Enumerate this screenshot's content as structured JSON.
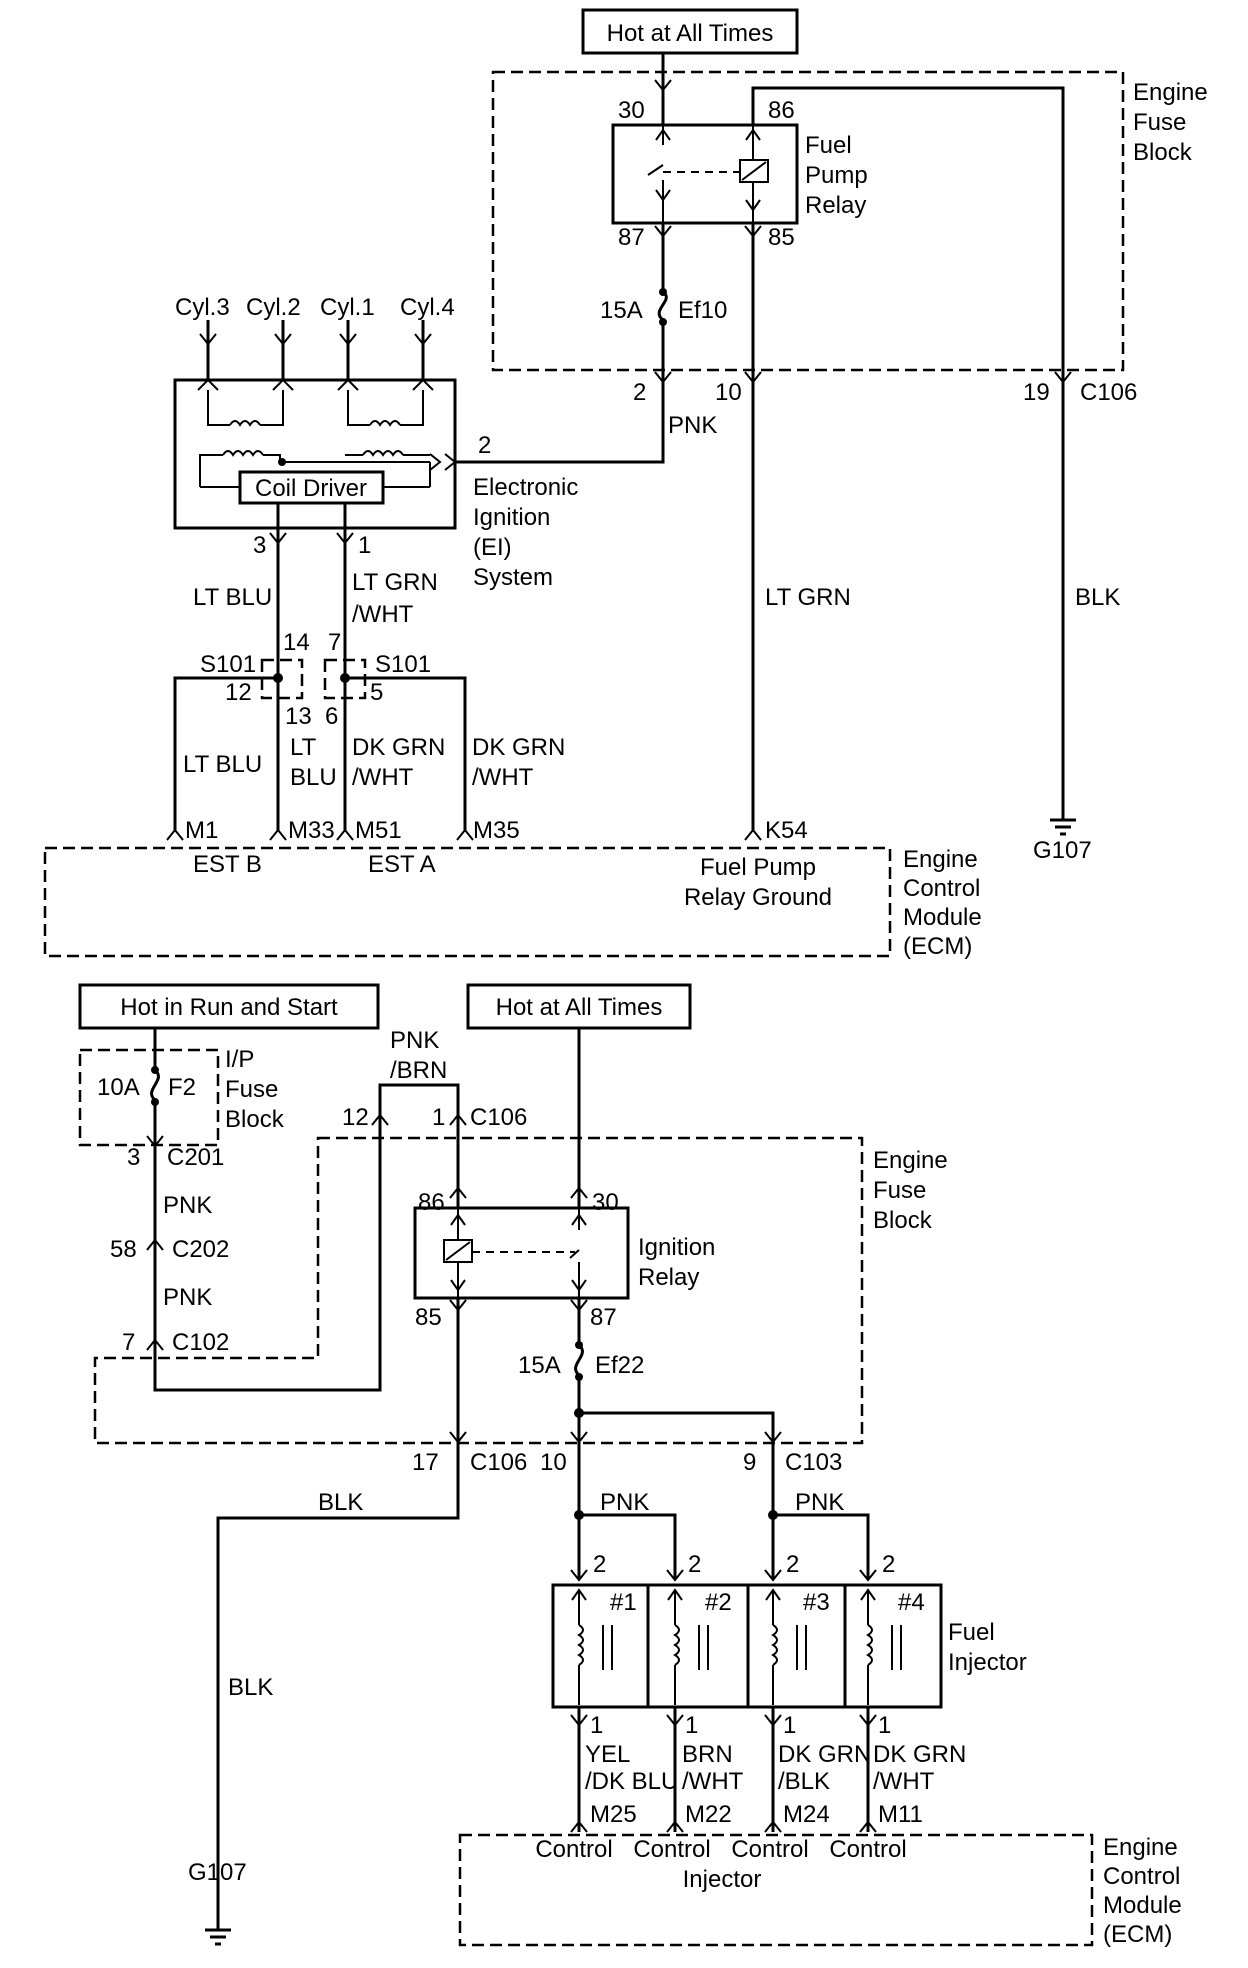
{
  "sources": {
    "top_hot": "Hot at All Times",
    "hot_run_start": "Hot in Run and Start",
    "bottom_hot": "Hot at All Times"
  },
  "blocks": {
    "engine_fuse_block_top": [
      "Engine",
      "Fuse",
      "Block"
    ],
    "engine_fuse_block_bottom": [
      "Engine",
      "Fuse",
      "Block"
    ],
    "ip_fuse_block": [
      "I/P",
      "Fuse",
      "Block"
    ],
    "ecm_top": [
      "Engine",
      "Control",
      "Module",
      "(ECM)"
    ],
    "ecm_bottom": [
      "Engine",
      "Control",
      "Module",
      "(ECM)"
    ],
    "ei_system": [
      "Electronic",
      "Ignition",
      "(EI)",
      "System"
    ]
  },
  "components": {
    "fuel_pump_relay": [
      "Fuel",
      "Pump",
      "Relay"
    ],
    "ignition_relay": [
      "Ignition",
      "Relay"
    ],
    "coil_driver": "Coil Driver",
    "fuel_injector": [
      "Fuel",
      "Injector"
    ]
  },
  "fuses": {
    "ef10": {
      "rating": "15A",
      "name": "Ef10"
    },
    "ef22": {
      "rating": "15A",
      "name": "Ef22"
    },
    "f2": {
      "rating": "10A",
      "name": "F2"
    }
  },
  "cylinders": [
    "Cyl.3",
    "Cyl.2",
    "Cyl.1",
    "Cyl.4"
  ],
  "injectors": [
    "#1",
    "#2",
    "#3",
    "#4"
  ],
  "pins": {
    "p30_top": "30",
    "p86_top": "86",
    "p87_top": "87",
    "p85_top": "85",
    "p2_c106": "2",
    "p10_c106": "10",
    "p19": "19",
    "c106_top": "C106",
    "ei_2": "2",
    "ei_3": "3",
    "ei_1": "1",
    "s101_14": "14",
    "s101_7": "7",
    "s101_left": "S101",
    "s101_right": "S101",
    "s101_12": "12",
    "s101_5": "5",
    "s101_13": "13",
    "s101_6": "6",
    "m1": "M1",
    "m33": "M33",
    "m51": "M51",
    "m35": "M35",
    "k54": "K54",
    "c201_3": "3",
    "c201": "C201",
    "c202_58": "58",
    "c202": "C202",
    "c102_7": "7",
    "c102": "C102",
    "c106_12": "12",
    "c106_1": "1",
    "c106_mid": "C106",
    "p86_bot": "86",
    "p30_bot": "30",
    "p85_bot": "85",
    "p87_bot": "87",
    "c106_17": "17",
    "c106_bot": "C106",
    "c106_10": "10",
    "c103_9": "9",
    "c103": "C103",
    "inj_2a": "2",
    "inj_2b": "2",
    "inj_2c": "2",
    "inj_2d": "2",
    "inj_1a": "1",
    "inj_1b": "1",
    "inj_1c": "1",
    "inj_1d": "1",
    "m25": "M25",
    "m22": "M22",
    "m24": "M24",
    "m11": "M11"
  },
  "wires": {
    "pnk_top": "PNK",
    "lt_grn": "LT GRN",
    "blk_top": "BLK",
    "lt_blu_a": "LT BLU",
    "lt_grn_wht": [
      "LT GRN",
      "/WHT"
    ],
    "lt_blu_b": "LT BLU",
    "lt_blu_c": [
      "LT",
      "BLU"
    ],
    "dk_grn_wht_a": [
      "DK GRN",
      "/WHT"
    ],
    "dk_grn_wht_b": [
      "DK GRN",
      "/WHT"
    ],
    "pnk_brn": [
      "PNK",
      "/BRN"
    ],
    "pnk_1": "PNK",
    "pnk_2": "PNK",
    "blk_mid": "BLK",
    "blk_lower": "BLK",
    "pnk_inj_1": "PNK",
    "pnk_inj_2": "PNK",
    "inj_wire_1": [
      "YEL",
      "/DK BLU"
    ],
    "inj_wire_2": [
      "BRN",
      "/WHT"
    ],
    "inj_wire_3": [
      "DK GRN",
      "/BLK"
    ],
    "inj_wire_4": [
      "DK GRN",
      "/WHT"
    ]
  },
  "ecm_signals": {
    "est_b": "EST B",
    "est_a": "EST A",
    "fuel_pump_ground": [
      "Fuel Pump",
      "Relay Ground"
    ],
    "controls": [
      "Control",
      "Control",
      "Control",
      "Control"
    ],
    "injector": "Injector"
  },
  "grounds": {
    "g107_top": "G107",
    "g107_bottom": "G107"
  }
}
